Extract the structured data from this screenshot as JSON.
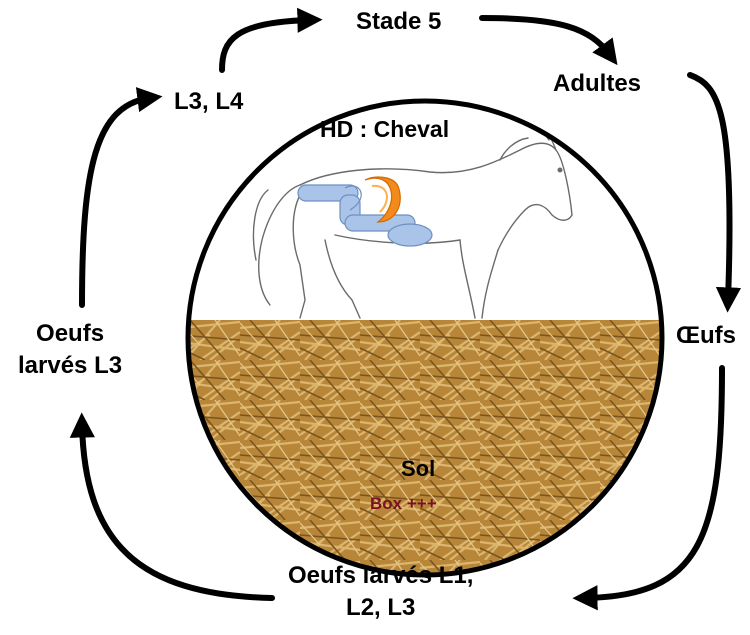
{
  "center": {
    "host_label": "HD : Cheval",
    "ground_label": "Sol",
    "ground_sublabel": "Box +++"
  },
  "cycle": {
    "stage_top": "Stade 5",
    "adults": "Adultes",
    "eggs": "Œufs",
    "bottom_line1": "Oeufs larvés L1,",
    "bottom_line2": "L2, L3",
    "left_line1": "Oeufs",
    "left_line2": "larvés L3",
    "l3_l4": "L3, L4"
  },
  "colors": {
    "arrow": "#000000",
    "ground": "#b8873a",
    "organ_orange": "#f28a1c",
    "intestine_blue": "#a9c4e8",
    "sublabel": "#7a1020"
  }
}
